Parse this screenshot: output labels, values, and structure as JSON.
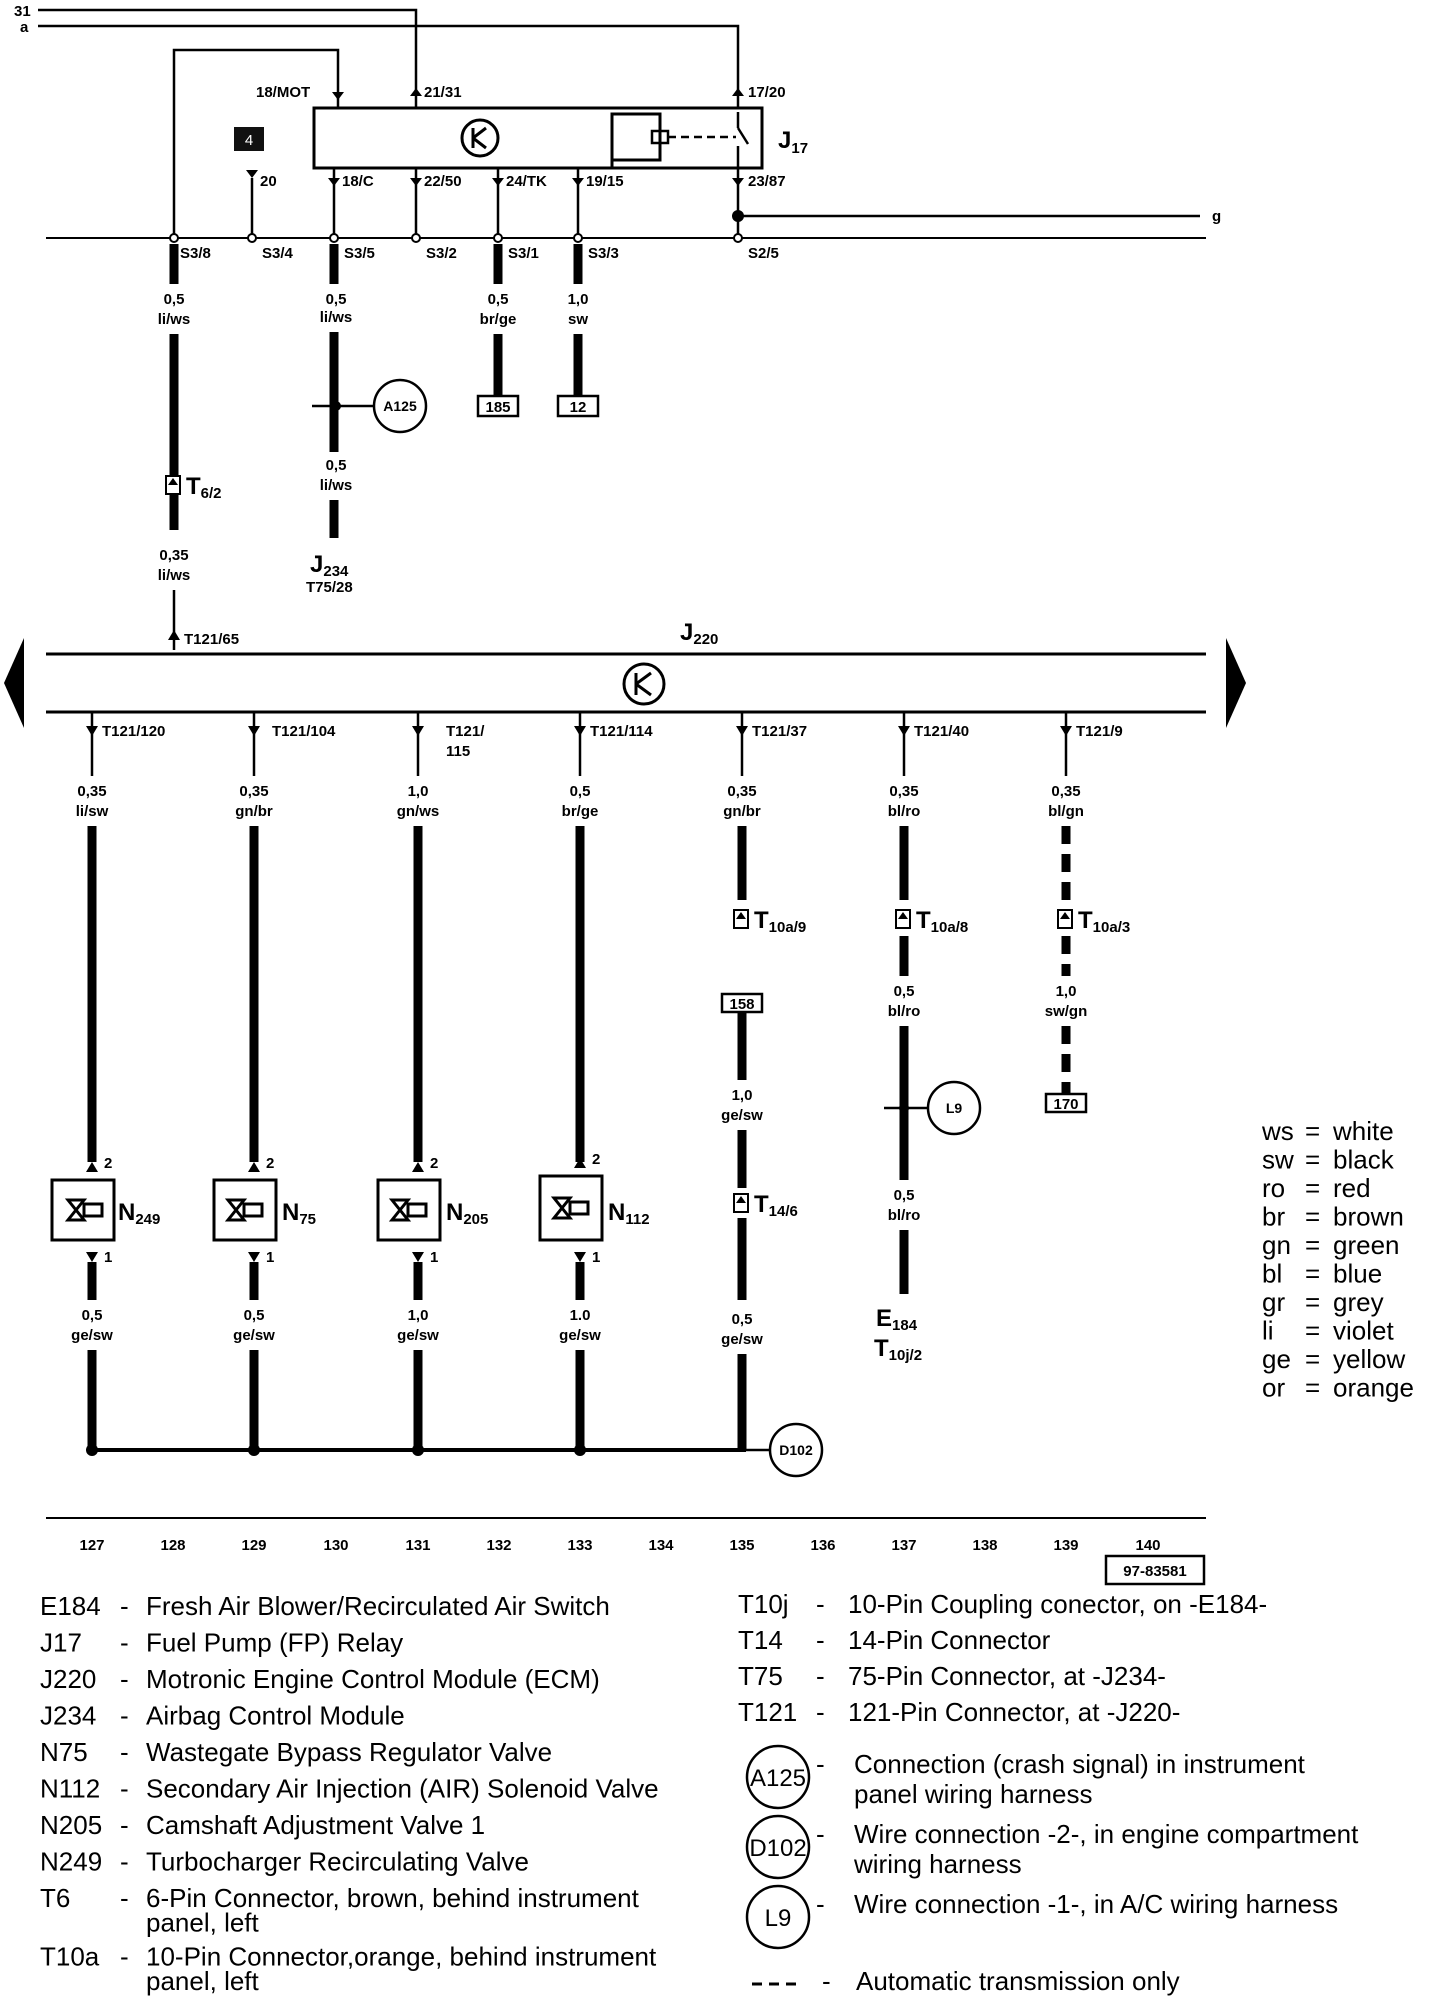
{
  "top_bus": {
    "line_31": "31",
    "line_a": "a",
    "line_g": "g"
  },
  "relay": {
    "id": "J",
    "sub": "17",
    "top_pins": [
      "18/MOT",
      "21/31",
      "17/20"
    ],
    "bottom_pins": [
      "18/C",
      "22/50",
      "24/TK",
      "19/15",
      "23/87"
    ],
    "pin_20": "20",
    "badge": "4"
  },
  "splices": [
    "S3/8",
    "S3/4",
    "S3/5",
    "S3/2",
    "S3/1",
    "S3/3",
    "S2/5"
  ],
  "upper_wires": [
    {
      "gauge": "0,5",
      "color": "li/ws"
    },
    {
      "gauge": "0,5",
      "color": "li/ws"
    },
    {
      "gauge": "0,5",
      "color": "br/ge"
    },
    {
      "gauge": "1,0",
      "color": "sw"
    },
    {
      "gauge": "0,5",
      "color": "li/ws"
    },
    {
      "gauge": "0,35",
      "color": "li/ws"
    }
  ],
  "refs_upper": {
    "ref185": "185",
    "ref12": "12"
  },
  "upper_connectors": {
    "t6_main": "T",
    "t6_sub": "6/2",
    "j234_main": "J",
    "j234_sub": "234",
    "j234_pin": "T75/28"
  },
  "ecm": {
    "id": "J",
    "sub": "220",
    "pin_in": "T121/65"
  },
  "ecm_pins": [
    "T121/120",
    "T121/104",
    "T121/",
    "115",
    "T121/114",
    "T121/37",
    "T121/40",
    "T121/9"
  ],
  "lower_wires": [
    {
      "gauge": "0,35",
      "color": "li/sw"
    },
    {
      "gauge": "0,35",
      "color": "gn/br"
    },
    {
      "gauge": "1,0",
      "color": "gn/ws"
    },
    {
      "gauge": "0,5",
      "color": "br/ge"
    },
    {
      "gauge": "0,35",
      "color": "gn/br"
    },
    {
      "gauge": "0,35",
      "color": "bl/ro"
    },
    {
      "gauge": "0,35",
      "color": "bl/gn"
    }
  ],
  "valves": [
    {
      "main": "N",
      "sub": "249"
    },
    {
      "main": "N",
      "sub": "75"
    },
    {
      "main": "N",
      "sub": "205"
    },
    {
      "main": "N",
      "sub": "112"
    }
  ],
  "valve_pins": {
    "top": "2",
    "bottom": "1"
  },
  "valve_ground_wires": [
    {
      "gauge": "0,5",
      "color": "ge/sw"
    },
    {
      "gauge": "0,5",
      "color": "ge/sw"
    },
    {
      "gauge": "1,0",
      "color": "ge/sw"
    },
    {
      "gauge": "1.0",
      "color": "ge/sw"
    },
    {
      "gauge": "0,5",
      "color": "ge/sw"
    }
  ],
  "lower_connectors": {
    "t10a9_main": "T",
    "t10a9_sub": "10a/9",
    "t10a8_main": "T",
    "t10a8_sub": "10a/8",
    "t10a3_main": "T",
    "t10a3_sub": "10a/3",
    "t14_main": "T",
    "t14_sub": "14/6"
  },
  "mid_wires": [
    {
      "gauge": "0,5",
      "color": "bl/ro"
    },
    {
      "gauge": "1,0",
      "color": "sw/gn"
    },
    {
      "gauge": "1,0",
      "color": "ge/sw"
    },
    {
      "gauge": "0,5",
      "color": "bl/ro"
    }
  ],
  "refs_lower": {
    "ref158": "158",
    "ref170": "170"
  },
  "e184": {
    "main": "E",
    "sub": "184",
    "conn_main": "T",
    "conn_sub": "10j/2"
  },
  "circles": {
    "a125": "A125",
    "d102": "D102",
    "l9": "L9"
  },
  "scale": [
    "127",
    "128",
    "129",
    "130",
    "131",
    "132",
    "133",
    "134",
    "135",
    "136",
    "137",
    "138",
    "139",
    "140"
  ],
  "ref_code": "97-83581",
  "color_key": [
    {
      "code": "ws",
      "name": "white"
    },
    {
      "code": "sw",
      "name": "black"
    },
    {
      "code": "ro",
      "name": "red"
    },
    {
      "code": "br",
      "name": "brown"
    },
    {
      "code": "gn",
      "name": "green"
    },
    {
      "code": "bl",
      "name": "blue"
    },
    {
      "code": "gr",
      "name": "grey"
    },
    {
      "code": "li",
      "name": "violet"
    },
    {
      "code": "ge",
      "name": "yellow"
    },
    {
      "code": "or",
      "name": "orange"
    }
  ],
  "legend_left": [
    {
      "code": "E184",
      "desc": "Fresh Air Blower/Recirculated Air Switch"
    },
    {
      "code": "J17",
      "desc": "Fuel Pump (FP) Relay"
    },
    {
      "code": "J220",
      "desc": "Motronic Engine Control Module (ECM)"
    },
    {
      "code": "J234",
      "desc": "Airbag Control Module"
    },
    {
      "code": "N75",
      "desc": "Wastegate Bypass Regulator Valve"
    },
    {
      "code": "N112",
      "desc": "Secondary Air Injection (AIR) Solenoid Valve"
    },
    {
      "code": "N205",
      "desc": "Camshaft Adjustment Valve 1"
    },
    {
      "code": "N249",
      "desc": "Turbocharger Recirculating Valve"
    },
    {
      "code": "T6",
      "desc": "6-Pin Connector, brown, behind instrument",
      "desc2": "panel, left"
    },
    {
      "code": "T10a",
      "desc": "10-Pin Connector,orange, behind instrument",
      "desc2": "panel, left"
    }
  ],
  "legend_right": [
    {
      "code": "T10j",
      "desc": "10-Pin Coupling conector, on -E184-"
    },
    {
      "code": "T14",
      "desc": "14-Pin Connector"
    },
    {
      "code": "T75",
      "desc": "75-Pin Connector, at -J234-"
    },
    {
      "code": "T121",
      "desc": "121-Pin Connector, at -J220-"
    }
  ],
  "legend_circles": [
    {
      "code": "A125",
      "desc": "Connection (crash signal) in instrument",
      "desc2": "panel wiring harness"
    },
    {
      "code": "D102",
      "desc": "Wire connection -2-, in engine compartment",
      "desc2": "wiring harness"
    },
    {
      "code": "L9",
      "desc": "Wire connection -1-, in A/C  wiring harness"
    }
  ],
  "legend_dashed": "Automatic transmission only",
  "legend_dash": "-"
}
